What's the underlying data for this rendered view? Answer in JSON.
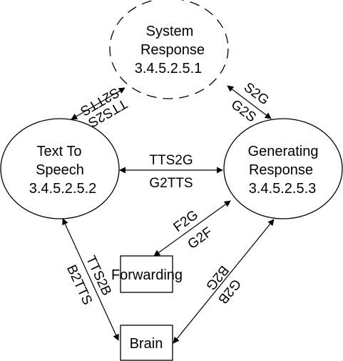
{
  "nodes": {
    "system_response": {
      "line1": "System",
      "line2": "Response",
      "id": "3.4.5.2.5.1"
    },
    "text_to_speech": {
      "line1": "Text To",
      "line2": "Speech",
      "id": "3.4.5.2.5.2"
    },
    "generating_response": {
      "line1": "Generating",
      "line2": "Response",
      "id": "3.4.5.2.5.3"
    },
    "forwarding": {
      "label": "Forwarding"
    },
    "brain": {
      "label": "Brain"
    }
  },
  "edges": {
    "tts_system": {
      "a": "S2TTS",
      "b": "TTS2S"
    },
    "system_gen": {
      "a": "S2G",
      "b": "G2S"
    },
    "tts_gen": {
      "a": "TTS2G",
      "b": "G2TTS"
    },
    "gen_forwarding": {
      "a": "F2G",
      "b": "G2F"
    },
    "tts_brain": {
      "a": "TTS2B",
      "b": "B2TTS"
    },
    "gen_brain": {
      "a": "B2G",
      "b": "G2B"
    }
  },
  "colors": {
    "stroke": "#000000",
    "background": "#ffffff"
  }
}
